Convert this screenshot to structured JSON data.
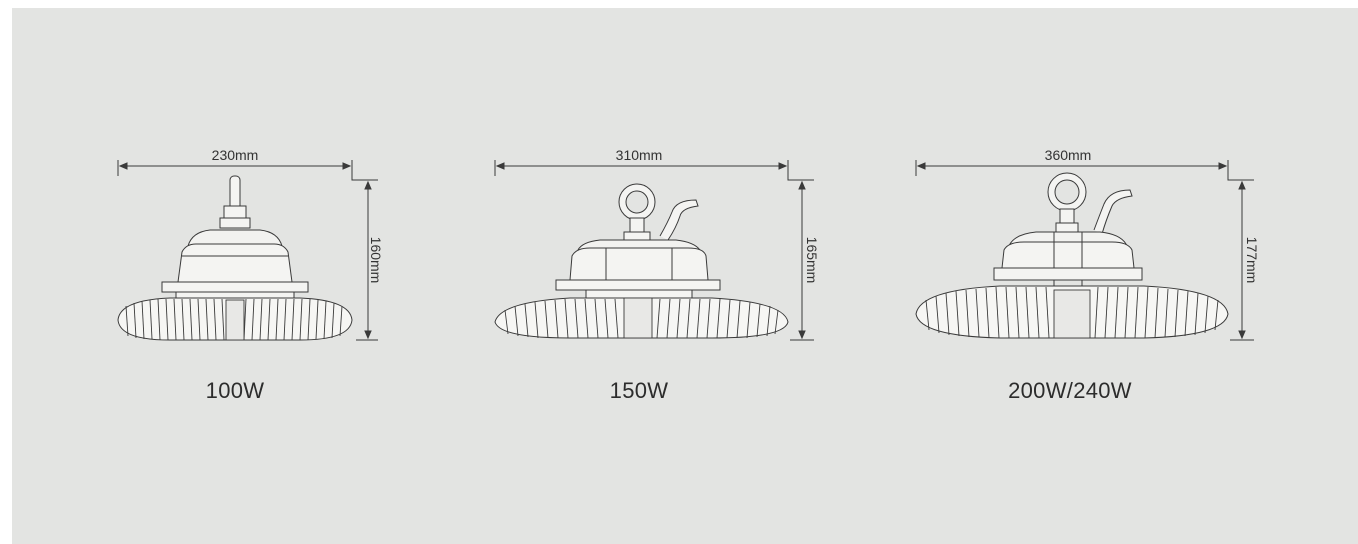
{
  "products": [
    {
      "wattage": "100W",
      "width": "230mm",
      "height": "160mm"
    },
    {
      "wattage": "150W",
      "width": "310mm",
      "height": "165mm"
    },
    {
      "wattage": "200W/240W",
      "width": "360mm",
      "height": "177mm"
    }
  ],
  "colors": {
    "background": "#e3e4e2",
    "line": "#3a3a3a"
  }
}
